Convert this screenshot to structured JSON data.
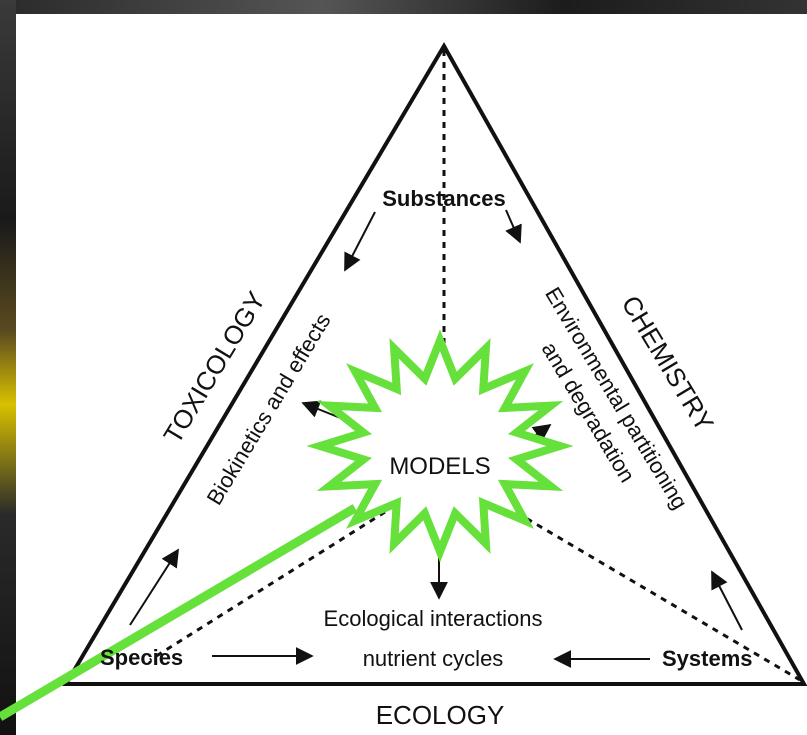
{
  "diagram": {
    "vertices": {
      "top": "Substances",
      "left": "Species",
      "right": "Systems"
    },
    "disciplines": {
      "left_side": "TOXICOLOGY",
      "right_side": "CHEMISTRY",
      "bottom_side": "ECOLOGY"
    },
    "processes": {
      "left": "Biokinetics and effects",
      "right_line1": "Environmental partitioning",
      "right_line2": "and degradation",
      "bottom_line1": "Ecological interactions",
      "bottom_line2": "nutrient cycles"
    },
    "center": "MODELS",
    "highlight_color": "#66e03a"
  }
}
